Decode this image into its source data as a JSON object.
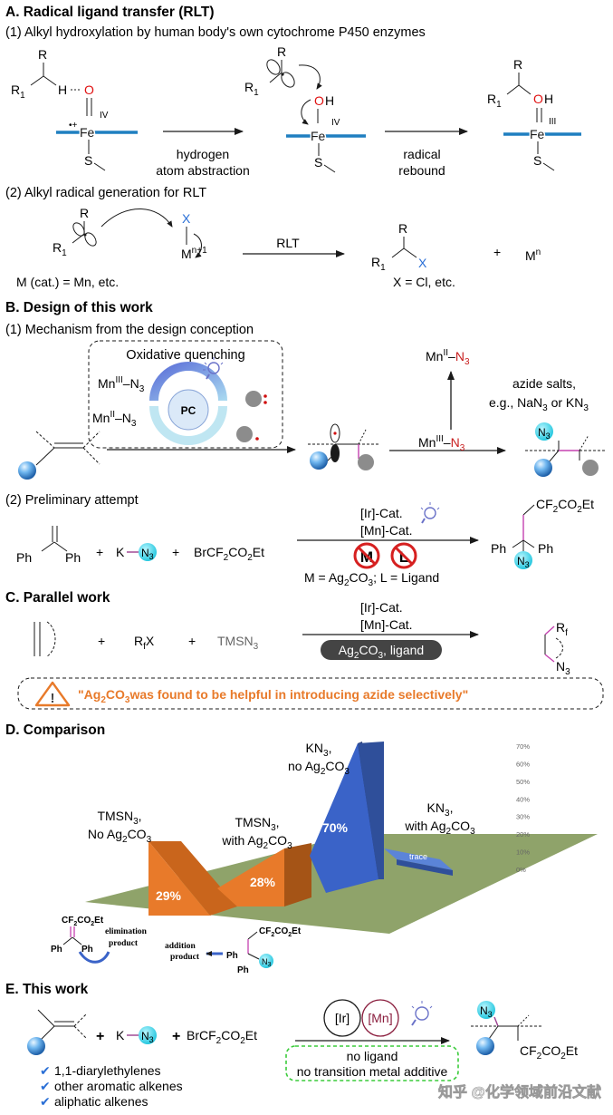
{
  "sections": {
    "a": {
      "title": "A. Radical ligand transfer (RLT)",
      "sub1": "(1) Alkyl hydroxylation by human body's own cytochrome P450 enzymes",
      "sub2": "(2) Alkyl radical generation for RLT",
      "arrow1": [
        "hydrogen",
        "atom abstraction"
      ],
      "arrow2": [
        "radical",
        "rebound"
      ],
      "arrow3": "RLT",
      "m_cat": "M (cat.) = Mn, etc.",
      "x_note": "X = Cl, etc."
    },
    "b": {
      "title": "B. Design of this work",
      "sub1": "(1) Mechanism from the design conception",
      "quench_title": "Oxidative quenching",
      "pc": "PC",
      "azide_salts": [
        "azide salts,",
        "e.g., NaN",
        "3",
        " or KN",
        "3"
      ],
      "sub2": "(2) Preliminary attempt",
      "cond1": "[Ir]-Cat.",
      "cond2": "[Mn]-Cat.",
      "m_label": "M",
      "l_label": "L",
      "m_def": "M = Ag",
      "m_def_b": "CO",
      "m_def_c": "; L = Ligand",
      "ph": "Ph",
      "plus": "+"
    },
    "c": {
      "title": "C. Parallel work",
      "cond1": "[Ir]-Cat.",
      "cond2": "[Mn]-Cat.",
      "pill": "ligand",
      "warning": "was found to be helpful  in introducing azide selectively\"",
      "tmsn3": "TMSN"
    },
    "d": {
      "title": "D. Comparison",
      "elimination": [
        "elimination",
        "product"
      ],
      "addition": [
        "addition",
        "product"
      ]
    },
    "e": {
      "title": "E. This work",
      "ir": "[Ir]",
      "mn": "[Mn]",
      "no1": "no ligand",
      "no2": "no transition metal additive",
      "checks": [
        "1,1-diarylethylenes",
        "other aromatic alkenes",
        "aliphatic alkenes"
      ]
    }
  },
  "watermark": "知乎 @化学领域前沿文献",
  "colors": {
    "fe_bar": "#1f7fc0",
    "oxygen_red": "#e01010",
    "azide_red": "#c81e1e",
    "x_blue": "#2a6fd6",
    "orange": "#e87a2a",
    "green_floor": "#8fa36a",
    "blue_bar": "#3a63c8",
    "purple": "#9b3f8f",
    "dark_red": "#8a1d3d",
    "cyan_ball": "#36d0e6"
  },
  "chart_data": {
    "type": "bar",
    "style": "3d",
    "categories": [
      "TMSN3, No Ag2CO3",
      "TMSN3, with Ag2CO3",
      "KN3, no Ag2CO3",
      "KN3, with Ag2CO3"
    ],
    "values": [
      29,
      28,
      70,
      0
    ],
    "value_labels": [
      "29%",
      "28%",
      "70%",
      "trace"
    ],
    "yticks": [
      "0%",
      "10%",
      "20%",
      "30%",
      "40%",
      "50%",
      "60%",
      "70%"
    ],
    "ylim": [
      0,
      70
    ]
  }
}
